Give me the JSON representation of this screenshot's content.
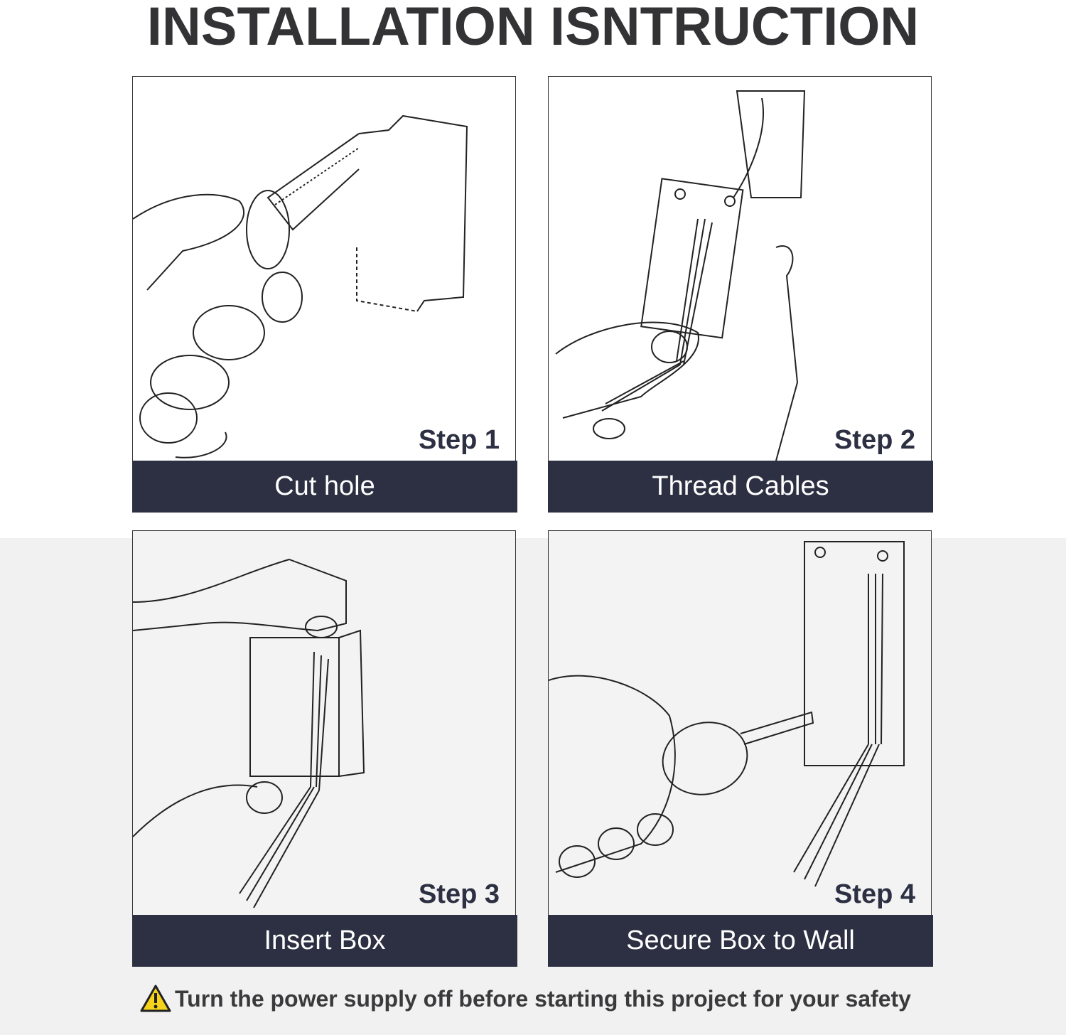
{
  "title": "INSTALLATION ISNTRUCTION",
  "steps": [
    {
      "step": "Step 1",
      "caption": "Cut hole"
    },
    {
      "step": "Step 2",
      "caption": "Thread Cables"
    },
    {
      "step": "Step 3",
      "caption": "Insert Box"
    },
    {
      "step": "Step 4",
      "caption": "Secure Box to Wall"
    }
  ],
  "warning": {
    "icon": "warning-triangle-icon",
    "text": "Turn the power supply off before starting this project for your safety"
  },
  "colors": {
    "bar": "#2c3042",
    "warning": "#f5d31c"
  }
}
